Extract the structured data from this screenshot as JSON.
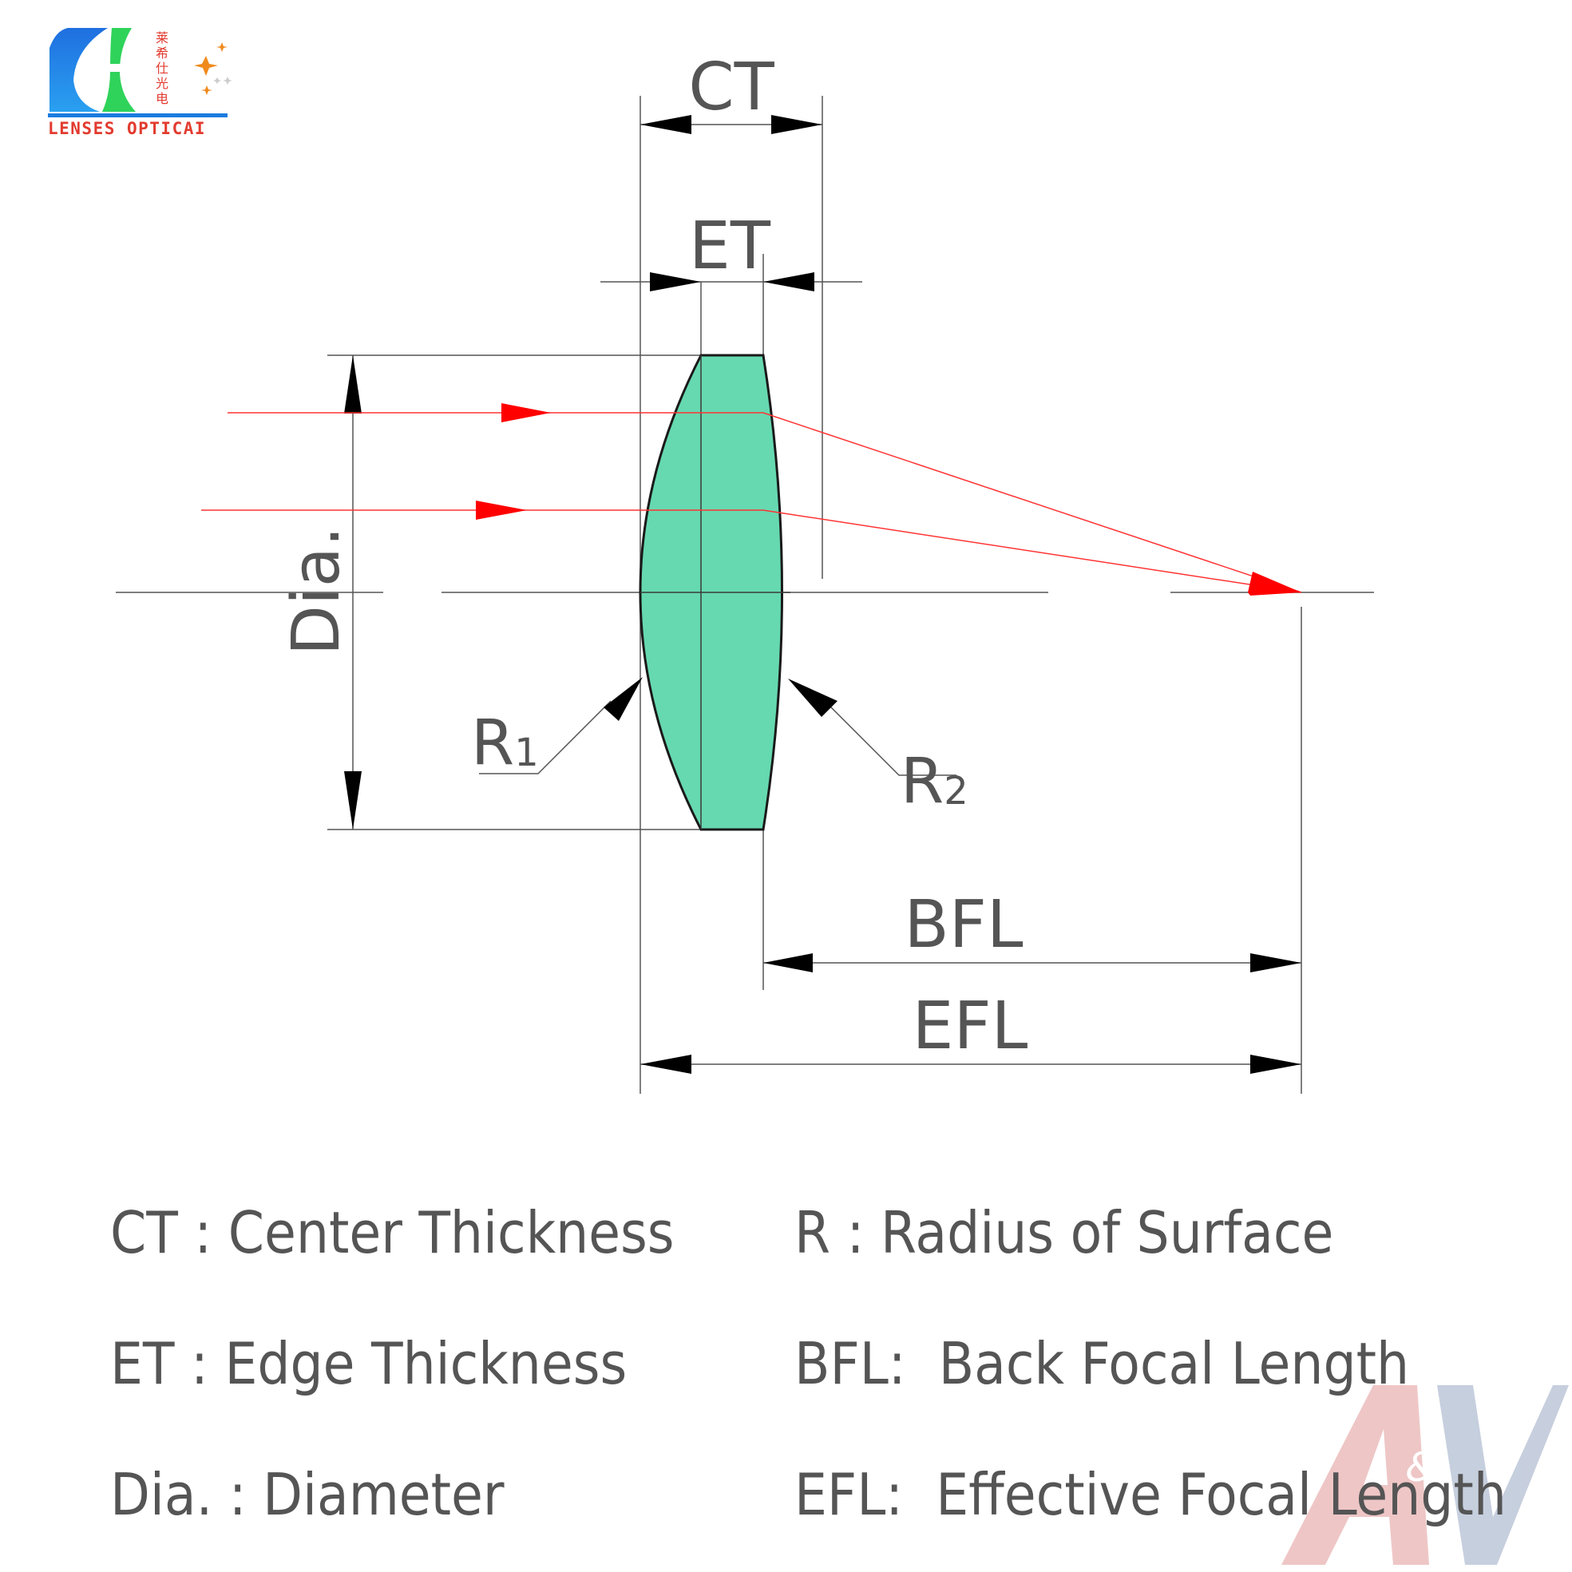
{
  "logo": {
    "text_latin": "LENSES OPTICAI",
    "text_cn": [
      "莱",
      "希",
      "仕",
      "光",
      "电"
    ],
    "colors": {
      "blue": "#1a7be0",
      "green": "#2fd35a",
      "red": "#e23b2f",
      "orange": "#f08a1c"
    }
  },
  "watermark": {
    "text": "A&V",
    "colors": {
      "a": "#e9b3b3",
      "v": "#b4bfd3"
    }
  },
  "diagram": {
    "labels": {
      "ct": "CT",
      "et": "ET",
      "dia": "Dia.",
      "r1_main": "R",
      "r1_sub": "1",
      "r2_main": "R",
      "r2_sub": "2",
      "bfl": "BFL",
      "efl": "EFL"
    },
    "colors": {
      "lens_fill": "#66d9b0",
      "ray": "#ff0000",
      "line": "#555555",
      "arrow": "#000000"
    }
  },
  "legend": [
    {
      "text": "CT : Center Thickness"
    },
    {
      "text": "R : Radius of Surface"
    },
    {
      "text": "ET : Edge Thickness"
    },
    {
      "text": "BFL:  Back Focal Length"
    },
    {
      "text": "Dia. : Diameter"
    },
    {
      "text": "EFL:  Effective Focal Length"
    }
  ]
}
